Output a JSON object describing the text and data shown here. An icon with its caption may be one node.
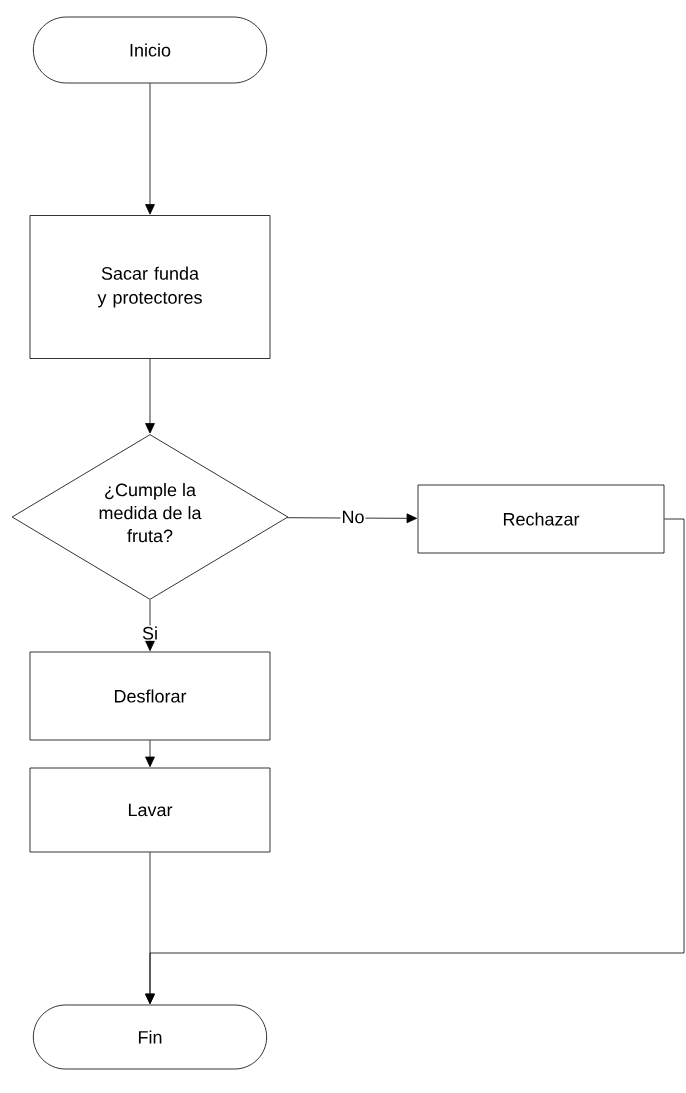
{
  "diagram": {
    "nodes": [
      {
        "text": [
          "Inicio"
        ]
      },
      {
        "text": [
          "Sacar funda y protectores"
        ]
      },
      {
        "text": [
          "¿Cumple la medida de la fruta?"
        ]
      },
      {
        "text": [
          "Rechazar"
        ]
      },
      {
        "text": [
          "Desflorar"
        ]
      },
      {
        "text": [
          "Lavar"
        ]
      },
      {
        "text": [
          "Fin"
        ]
      }
    ],
    "edges": [
      {
        "from": 0,
        "to": 1,
        "arrow": "to"
      },
      {
        "from": 1,
        "to": 2,
        "arrow": "to"
      },
      {
        "from": 2,
        "to": 3,
        "arrow": "to",
        "label": "No"
      },
      {
        "from": 2,
        "to": 4,
        "arrow": "to",
        "label": "Si"
      },
      {
        "from": 4,
        "to": 5,
        "arrow": "to"
      },
      {
        "from": 5,
        "to": 6,
        "arrow": "to"
      },
      {
        "from": 3,
        "to": 6,
        "arrow": "to"
      }
    ]
  }
}
